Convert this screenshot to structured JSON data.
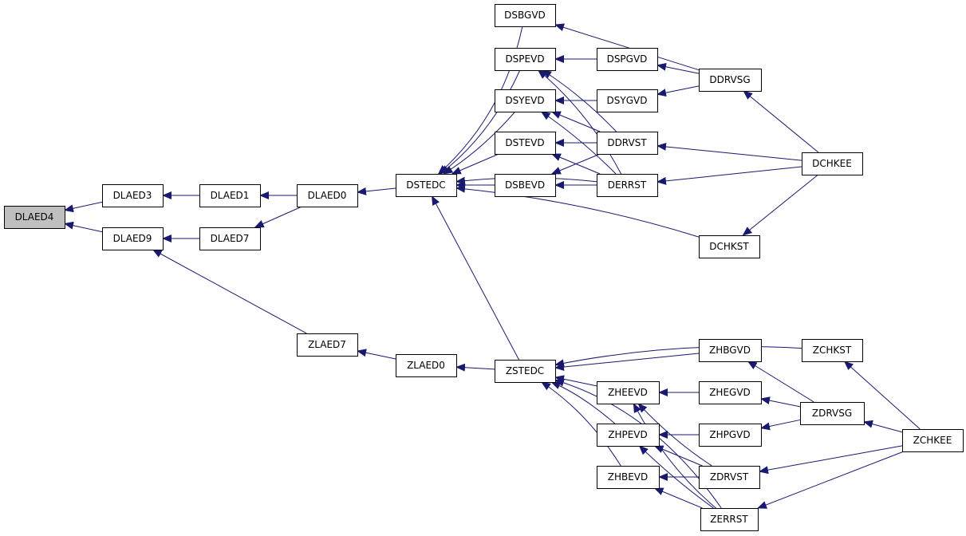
{
  "graph": {
    "nodes": [
      {
        "id": "DLAED4",
        "label": "DLAED4",
        "root": true
      },
      {
        "id": "DLAED3",
        "label": "DLAED3"
      },
      {
        "id": "DLAED9",
        "label": "DLAED9"
      },
      {
        "id": "DLAED1",
        "label": "DLAED1"
      },
      {
        "id": "DLAED7",
        "label": "DLAED7"
      },
      {
        "id": "DLAED0",
        "label": "DLAED0"
      },
      {
        "id": "DSTEDC",
        "label": "DSTEDC"
      },
      {
        "id": "DSBGVD",
        "label": "DSBGVD"
      },
      {
        "id": "DSPEVD",
        "label": "DSPEVD"
      },
      {
        "id": "DSYEVD",
        "label": "DSYEVD"
      },
      {
        "id": "DSTEVD",
        "label": "DSTEVD"
      },
      {
        "id": "DSBEVD",
        "label": "DSBEVD"
      },
      {
        "id": "DSPGVD",
        "label": "DSPGVD"
      },
      {
        "id": "DSYGVD",
        "label": "DSYGVD"
      },
      {
        "id": "DDRVST",
        "label": "DDRVST"
      },
      {
        "id": "DERRST",
        "label": "DERRST"
      },
      {
        "id": "DDRVSG",
        "label": "DDRVSG"
      },
      {
        "id": "DCHKEE",
        "label": "DCHKEE"
      },
      {
        "id": "DCHKST",
        "label": "DCHKST"
      },
      {
        "id": "ZLAED7",
        "label": "ZLAED7"
      },
      {
        "id": "ZLAED0",
        "label": "ZLAED0"
      },
      {
        "id": "ZSTEDC",
        "label": "ZSTEDC"
      },
      {
        "id": "ZHBGVD",
        "label": "ZHBGVD"
      },
      {
        "id": "ZCHKST",
        "label": "ZCHKST"
      },
      {
        "id": "ZHEEVD",
        "label": "ZHEEVD"
      },
      {
        "id": "ZHEGVD",
        "label": "ZHEGVD"
      },
      {
        "id": "ZDRVSG",
        "label": "ZDRVSG"
      },
      {
        "id": "ZHPEVD",
        "label": "ZHPEVD"
      },
      {
        "id": "ZHPGVD",
        "label": "ZHPGVD"
      },
      {
        "id": "ZCHKEE",
        "label": "ZCHKEE"
      },
      {
        "id": "ZHBEVD",
        "label": "ZHBEVD"
      },
      {
        "id": "ZDRVST",
        "label": "ZDRVST"
      },
      {
        "id": "ZERRST",
        "label": "ZERRST"
      }
    ],
    "edges": [
      [
        "DLAED3",
        "DLAED4"
      ],
      [
        "DLAED9",
        "DLAED4"
      ],
      [
        "DLAED1",
        "DLAED3"
      ],
      [
        "DLAED7",
        "DLAED9"
      ],
      [
        "ZLAED7",
        "DLAED9"
      ],
      [
        "DLAED0",
        "DLAED1"
      ],
      [
        "DLAED0",
        "DLAED7"
      ],
      [
        "DSTEDC",
        "DLAED0"
      ],
      [
        "DSBGVD",
        "DSTEDC"
      ],
      [
        "DSPEVD",
        "DSTEDC"
      ],
      [
        "DSYEVD",
        "DSTEDC"
      ],
      [
        "DSTEVD",
        "DSTEDC"
      ],
      [
        "DSBEVD",
        "DSTEDC"
      ],
      [
        "DERRST",
        "DSTEDC"
      ],
      [
        "DCHKST",
        "DSTEDC"
      ],
      [
        "ZSTEDC",
        "DSTEDC"
      ],
      [
        "DDRVSG",
        "DSBGVD"
      ],
      [
        "DSPGVD",
        "DSPEVD"
      ],
      [
        "DDRVST",
        "DSPEVD"
      ],
      [
        "DERRST",
        "DSPEVD"
      ],
      [
        "DSYGVD",
        "DSYEVD"
      ],
      [
        "DDRVST",
        "DSYEVD"
      ],
      [
        "DERRST",
        "DSYEVD"
      ],
      [
        "DDRVST",
        "DSTEVD"
      ],
      [
        "DERRST",
        "DSTEVD"
      ],
      [
        "DDRVST",
        "DSBEVD"
      ],
      [
        "DERRST",
        "DSBEVD"
      ],
      [
        "DDRVSG",
        "DSPGVD"
      ],
      [
        "DDRVSG",
        "DSYGVD"
      ],
      [
        "DCHKEE",
        "DDRVSG"
      ],
      [
        "DCHKEE",
        "DDRVST"
      ],
      [
        "DCHKEE",
        "DERRST"
      ],
      [
        "DCHKEE",
        "DCHKST"
      ],
      [
        "ZLAED0",
        "ZLAED7"
      ],
      [
        "ZSTEDC",
        "ZLAED0"
      ],
      [
        "ZHBGVD",
        "ZSTEDC"
      ],
      [
        "ZCHKST",
        "ZSTEDC"
      ],
      [
        "ZHEEVD",
        "ZSTEDC"
      ],
      [
        "ZHPEVD",
        "ZSTEDC"
      ],
      [
        "ZHBEVD",
        "ZSTEDC"
      ],
      [
        "ZERRST",
        "ZSTEDC"
      ],
      [
        "ZDRVSG",
        "ZHBGVD"
      ],
      [
        "ZHEGVD",
        "ZHEEVD"
      ],
      [
        "ZDRVST",
        "ZHEEVD"
      ],
      [
        "ZERRST",
        "ZHEEVD"
      ],
      [
        "ZDRVSG",
        "ZHEGVD"
      ],
      [
        "ZCHKEE",
        "ZDRVSG"
      ],
      [
        "ZCHKEE",
        "ZCHKST"
      ],
      [
        "ZCHKEE",
        "ZDRVST"
      ],
      [
        "ZCHKEE",
        "ZERRST"
      ],
      [
        "ZHPGVD",
        "ZHPEVD"
      ],
      [
        "ZDRVST",
        "ZHPEVD"
      ],
      [
        "ZERRST",
        "ZHPEVD"
      ],
      [
        "ZDRVSG",
        "ZHPGVD"
      ],
      [
        "ZDRVST",
        "ZHBEVD"
      ],
      [
        "ZERRST",
        "ZHBEVD"
      ]
    ]
  },
  "colors": {
    "edge": "#191970",
    "node_border": "#000000",
    "node_fill": "#ffffff",
    "root_fill": "#bfbfbf"
  }
}
